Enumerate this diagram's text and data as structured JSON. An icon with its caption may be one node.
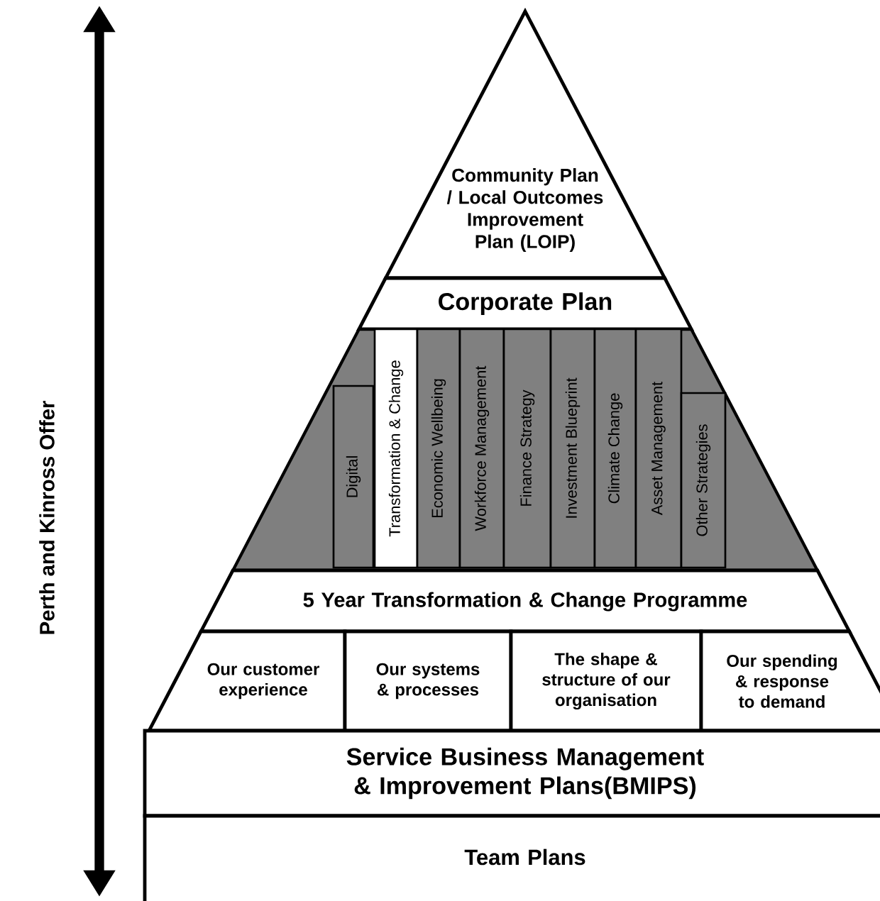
{
  "diagram": {
    "nodes": [
      {
        "text": [
          "Community Plan / Local Outcomes Improvement Plan (LOIP)"
        ]
      },
      {
        "text": [
          "Corporate Plan"
        ]
      },
      {
        "text": [],
        "shape": "box"
      },
      {
        "text": [
          "Digital"
        ],
        "in": 2
      },
      {
        "text": [
          "Transformation & Change"
        ],
        "in": 2
      },
      {
        "text": [
          "Economic Wellbeing"
        ],
        "in": 2
      },
      {
        "text": [
          "Workforce Management"
        ],
        "in": 2
      },
      {
        "text": [
          "Finance Strategy"
        ],
        "in": 2
      },
      {
        "text": [
          "Investment Blueprint"
        ],
        "in": 2
      },
      {
        "text": [
          "Climate Change"
        ],
        "in": 2
      },
      {
        "text": [
          "Asset Management"
        ],
        "in": 2
      },
      {
        "text": [
          "Other Strategies"
        ],
        "in": 2
      },
      {
        "text": [
          "5 Year Transformation & Change Programme"
        ]
      },
      {
        "text": [
          "Our customer experience"
        ]
      },
      {
        "text": [
          "Our systems & processes"
        ]
      },
      {
        "text": [
          "The shape & structure of our organisation"
        ]
      },
      {
        "text": [
          "Our spending & response to demand"
        ]
      },
      {
        "text": [
          "Service Business Management & Improvement Plans(BMIPS)"
        ]
      },
      {
        "text": [
          "Team Plans"
        ]
      }
    ],
    "labels": [
      "Perth and Kinross Offer"
    ]
  }
}
